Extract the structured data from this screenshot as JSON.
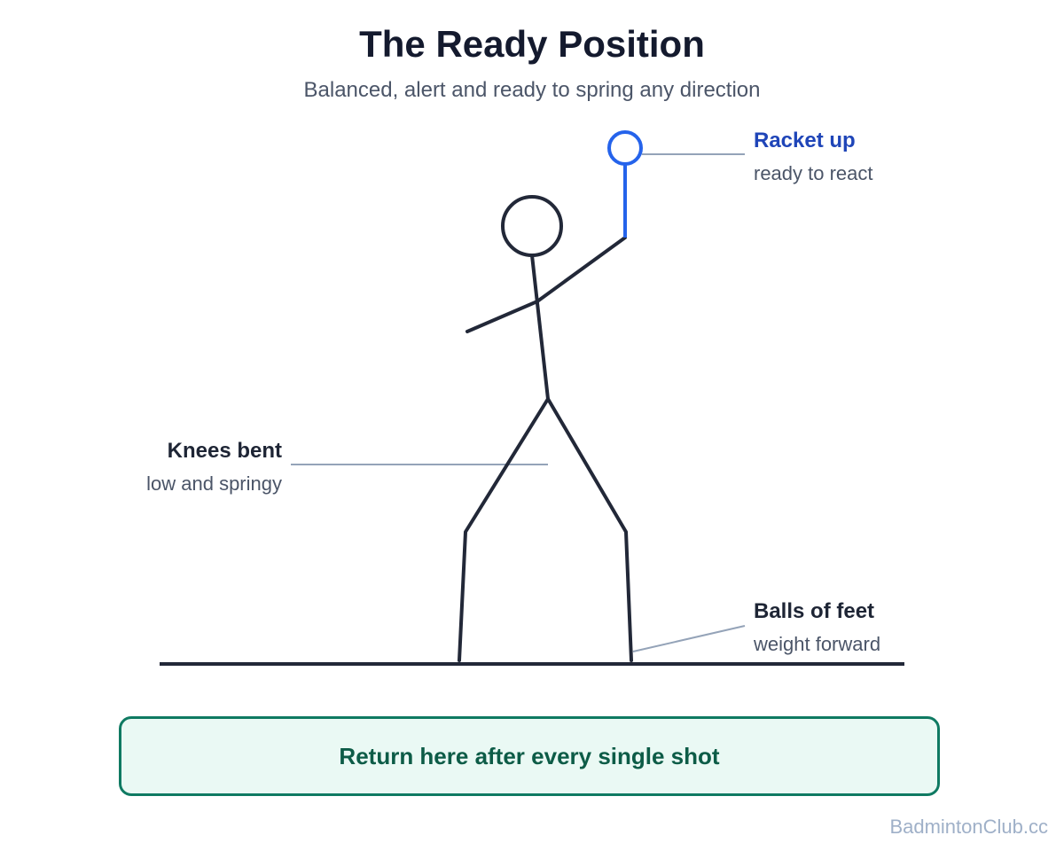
{
  "header": {
    "title": "The Ready Position",
    "subtitle": "Balanced, alert and ready to spring any direction"
  },
  "annotations": {
    "racket": {
      "heading": "Racket up",
      "detail": "ready to react"
    },
    "knees": {
      "heading": "Knees bent",
      "detail": "low and springy"
    },
    "feet": {
      "heading": "Balls of feet",
      "detail": "weight forward"
    }
  },
  "callout": {
    "text": "Return here after every single shot"
  },
  "footer": {
    "watermark": "BadmintonClub.cc"
  },
  "colors": {
    "figure": "#222838",
    "racket": "#2563eb",
    "leader_line": "#94a3b8",
    "callout_border": "#0f7a62",
    "callout_fill": "#eaf9f4",
    "callout_text": "#0d5c47"
  }
}
